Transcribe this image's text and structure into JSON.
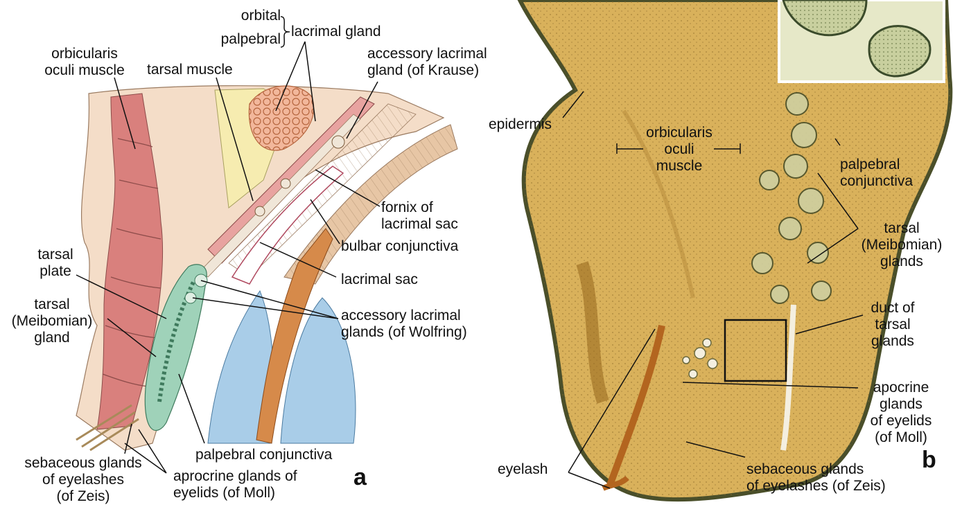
{
  "figure": {
    "panel_a_letter": "a",
    "panel_b_letter": "b",
    "colors": {
      "skin": "#f4ddc8",
      "orbicularis_muscle": "#d9807d",
      "tarsal_plate": "#9fd2b9",
      "lens_blue": "#a9cde8",
      "sac_brown": "#d68a4a",
      "histology_tan": "#d9b15b",
      "histology_dark": "#4a4f2a"
    }
  },
  "panel_a": {
    "labels": {
      "orbicularis": "orbicularis\noculi muscle",
      "orbital": "orbital",
      "palpebral": "palpebral",
      "lacrimal_gland": "lacrimal gland",
      "accessory_krause": "accessory lacrimal\ngland (of Krause)",
      "tarsal_muscle": "tarsal muscle",
      "fornix": "fornix of\nlacrimal sac",
      "bulbar_conjunctiva": "bulbar conjunctiva",
      "lacrimal_sac": "lacrimal sac",
      "tarsal_plate": "tarsal\nplate",
      "tarsal_meibomian_gland": "tarsal\n(Meibomian)\ngland",
      "accessory_wolfring": "accessory lacrimal\nglands (of Wolfring)",
      "palpebral_conjunctiva": "palpebral conjunctiva",
      "sebaceous_zeis": "sebaceous glands\nof eyelashes\n(of Zeis)",
      "aprocrine_moll": "aprocrine glands of\neyelids (of Moll)"
    }
  },
  "panel_b": {
    "labels": {
      "epidermis": "epidermis",
      "orbicularis": "orbicularis\noculi\nmuscle",
      "palpebral_conjunctiva": "palpebral\nconjunctiva",
      "tarsal_glands": "tarsal\n(Meibomian)\nglands",
      "duct": "duct of\ntarsal\nglands",
      "apocrine": "apocrine\nglands\nof eyelids\n(of Moll)",
      "eyelash": "eyelash",
      "sebaceous": "sebaceous glands\nof eyelashes (of Zeis)"
    }
  }
}
